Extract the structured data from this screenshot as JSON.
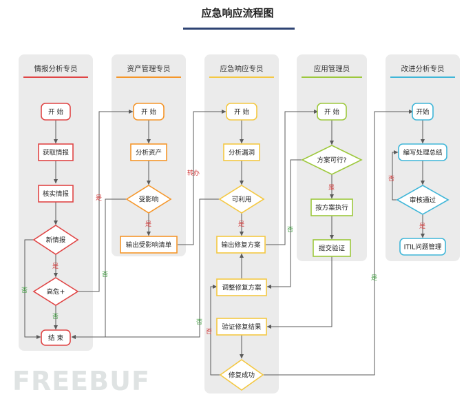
{
  "title": "应急响应流程图",
  "watermark": "FREEBUF",
  "colors": {
    "red": "#e04545",
    "orange": "#f5962a",
    "yellow": "#f4c842",
    "green": "#9dc83c",
    "blue": "#3fb6d8",
    "title_underline": "#2e4373",
    "lane_bg": "#ebebeb",
    "edge": "#5a5a5a",
    "label_yes_red": "#d23a3a",
    "label_no_green": "#3c9a3c"
  },
  "lanes": [
    {
      "id": "lane1",
      "title": "情报分析专员",
      "color": "red"
    },
    {
      "id": "lane2",
      "title": "资产管理专员",
      "color": "orange"
    },
    {
      "id": "lane3",
      "title": "应急响应专员",
      "color": "yellow"
    },
    {
      "id": "lane4",
      "title": "应用管理员",
      "color": "green"
    },
    {
      "id": "lane5",
      "title": "改进分析专员",
      "color": "blue"
    }
  ],
  "nodes": {
    "a_start": "开  始",
    "a_get": "获取情报",
    "a_verify": "核实情报",
    "a_new": "新情报",
    "a_high": "高危+",
    "a_end": "结  束",
    "b_start": "开  始",
    "b_analyze": "分析资产",
    "b_impact": "受影响",
    "b_list": "输出受影响清单",
    "c_start": "开  始",
    "c_analyze": "分析漏洞",
    "c_exploitable": "可利用",
    "c_output": "输出修复方案",
    "c_adjust": "调整修复方案",
    "c_validate": "验证修复结果",
    "c_success": "修复成功",
    "d_start": "开  始",
    "d_feasible": "方案可行?",
    "d_execute": "按方案执行",
    "d_submit": "提交验证",
    "e_start": "开始",
    "e_summary": "编写处理总结",
    "e_review": "审核通过",
    "e_itil": "ITIL问题管理"
  },
  "edge_labels": {
    "yes": "是",
    "no": "否",
    "transfer": "转办"
  }
}
